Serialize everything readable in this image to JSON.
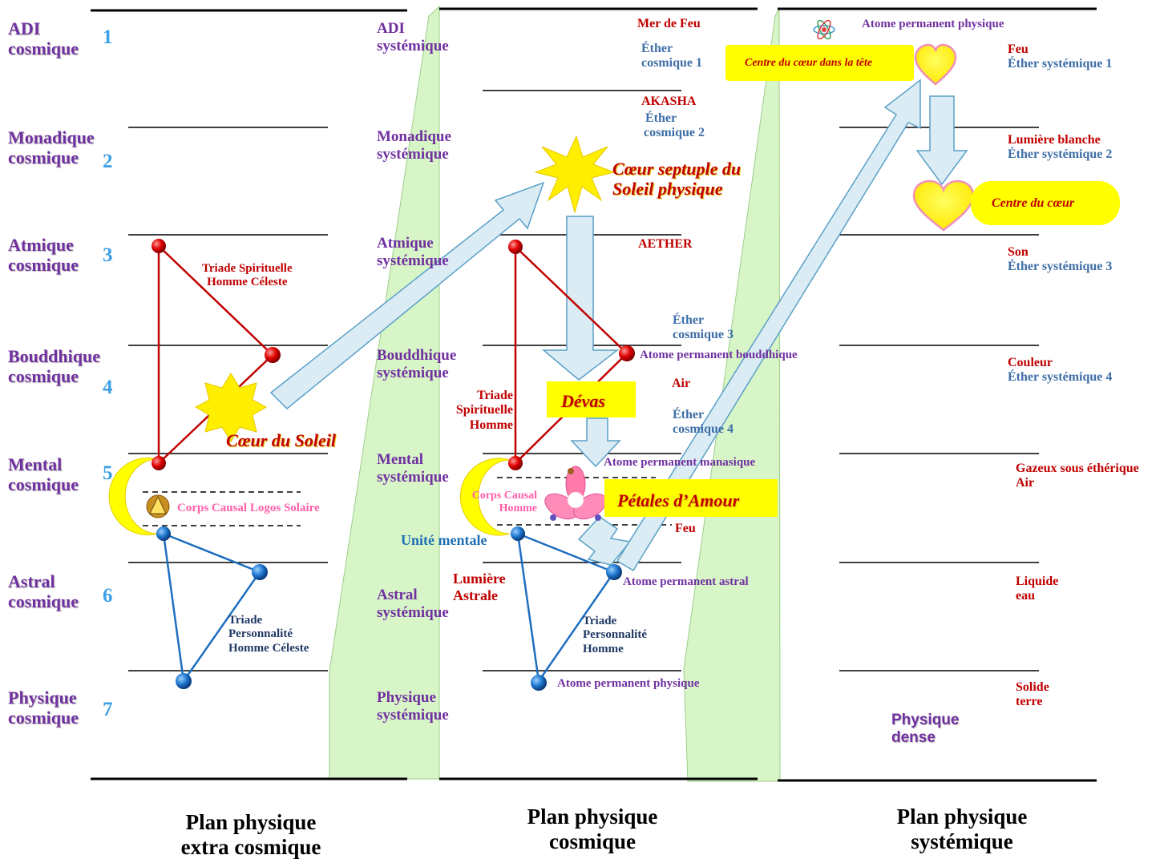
{
  "cosmic_planes": [
    {
      "name": "ADI cosmique",
      "line1": "ADI",
      "line2": "cosmique",
      "num": "1"
    },
    {
      "name": "Monadique cosmique",
      "line1": "Monadique",
      "line2": "cosmique",
      "num": "2"
    },
    {
      "name": "Atmique cosmique",
      "line1": "Atmique",
      "line2": "cosmique",
      "num": "3"
    },
    {
      "name": "Bouddhique cosmique",
      "line1": "Bouddhique",
      "line2": "cosmique",
      "num": "4"
    },
    {
      "name": "Mental cosmique",
      "line1": "Mental",
      "line2": "cosmique",
      "num": "5"
    },
    {
      "name": "Astral cosmique",
      "line1": "Astral",
      "line2": "cosmique",
      "num": "6"
    },
    {
      "name": "Physique cosmique",
      "line1": "Physique",
      "line2": "cosmique",
      "num": "7"
    }
  ],
  "systemic_planes": [
    {
      "line1": "ADI",
      "line2": "systémique"
    },
    {
      "line1": "Monadique",
      "line2": "systémique"
    },
    {
      "line1": "Atmique",
      "line2": "systémique"
    },
    {
      "line1": "Bouddhique",
      "line2": "systémique"
    },
    {
      "line1": "Mental",
      "line2": "systémique"
    },
    {
      "line1": "Astral",
      "line2": "systémique"
    },
    {
      "line1": "Physique",
      "line2": "systémique"
    }
  ],
  "left_panel": {
    "triad_spiritual_1": "Triade Spirituelle",
    "triad_spiritual_2": "Homme Céleste",
    "heart_of_sun": "Cœur du Soleil",
    "causal_body": "Corps Causal Logos Solaire",
    "triad_personality_1": "Triade",
    "triad_personality_2": "Personnalité",
    "triad_personality_3": "Homme Céleste"
  },
  "middle_panel": {
    "sea_of_fire": "Mer de Feu",
    "ether1_1": "Éther",
    "ether1_2": "cosmique 1",
    "akasha": "AKASHA",
    "ether2_1": "Éther",
    "ether2_2": "cosmique 2",
    "septuple_heart_1": "Cœur septuple du",
    "septuple_heart_2": "Soleil physique",
    "aether": "AETHER",
    "ether3_1": "Éther",
    "ether3_2": "cosmique 3",
    "atom_buddhic": "Atome permanent bouddhique",
    "air": "Air",
    "devas": "Dévas",
    "ether4_1": "Éther",
    "ether4_2": "cosmique 4",
    "triad_spiritual_1": "Triade",
    "triad_spiritual_2": "Spirituelle",
    "triad_spiritual_3": "Homme",
    "atom_manasic": "Atome permanent manasique",
    "causal_1": "Corps Causal",
    "causal_2": "Homme",
    "petals": "Pétales d’Amour",
    "fire": "Feu",
    "mental_unit": "Unité mentale",
    "astral_light_1": "Lumière",
    "astral_light_2": "Astrale",
    "atom_astral": "Atome permanent astral",
    "triad_personality_1": "Triade",
    "triad_personality_2": "Personnalité",
    "triad_personality_3": "Homme",
    "atom_physical": "Atome permanent physique"
  },
  "right_panel": {
    "atom_physical": "Atome permanent physique",
    "heart_in_head": "Centre du cœur dans la tête",
    "heart_center": "Centre du cœur",
    "dense_physical_1": "Physique",
    "dense_physical_2": "dense",
    "labels": [
      {
        "a": "Feu",
        "b": "Éther systémique 1"
      },
      {
        "a": "Lumière blanche",
        "b": "Éther  systémique 2"
      },
      {
        "a": "Son",
        "b": "Éther systémique 3"
      },
      {
        "a": "Couleur",
        "b": "Éther systémique 4"
      },
      {
        "a": "Gazeux sous éthérique",
        "b": "Air"
      },
      {
        "a": "Liquide",
        "b": "eau"
      },
      {
        "a": "Solide",
        "b": "terre"
      }
    ]
  },
  "footer": {
    "left_1": "Plan physique",
    "left_2": "extra cosmique",
    "middle_1": "Plan physique",
    "middle_2": "cosmique",
    "right_1": "Plan physique",
    "right_2": "systémique"
  },
  "colors": {
    "purple": "#7030a0",
    "number_blue": "#3ca0e6",
    "dark_red": "#c00000",
    "ether_blue": "#3d6ea8",
    "highlight_yellow": "#ffff00",
    "light_green": "#d8f5c8",
    "arrow_fill": "#dcecf4"
  }
}
